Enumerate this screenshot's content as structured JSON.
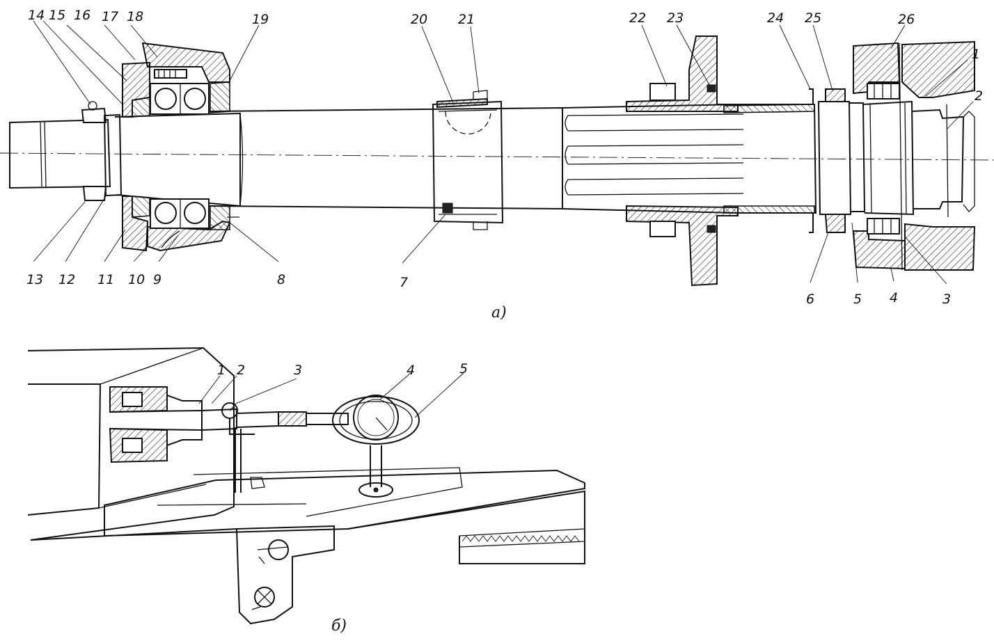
{
  "figure_a": {
    "caption": "а)",
    "labels_top": [
      "14",
      "15",
      "16",
      "17",
      "18",
      "19",
      "20",
      "21",
      "22",
      "23",
      "24",
      "25",
      "26"
    ],
    "labels_bottom": [
      "13",
      "12",
      "11",
      "10",
      "9",
      "8",
      "7",
      "6",
      "5",
      "4",
      "3"
    ],
    "labels_right": [
      "1",
      "2"
    ]
  },
  "figure_b": {
    "caption": "б)",
    "labels": [
      "1",
      "2",
      "3",
      "4",
      "5"
    ]
  }
}
